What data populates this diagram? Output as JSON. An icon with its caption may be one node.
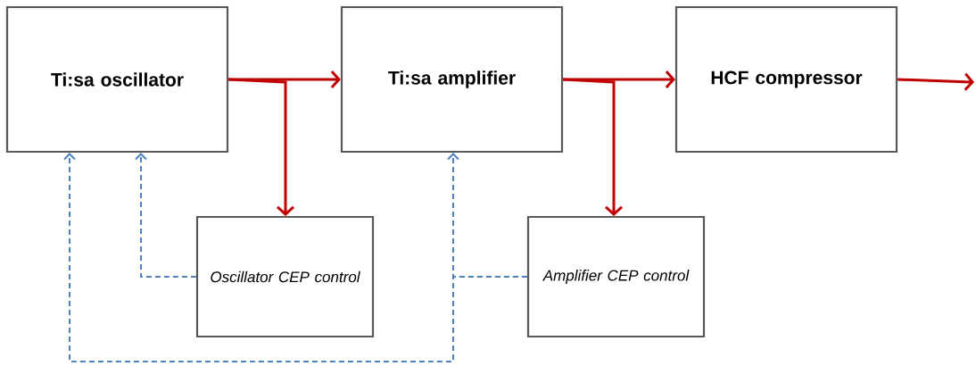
{
  "diagram": {
    "nodes": [
      {
        "text": [
          "Ti:sa oscillator"
        ]
      },
      {
        "text": [
          "Ti:sa amplifier"
        ]
      },
      {
        "text": [
          "HCF compressor"
        ]
      },
      {
        "text": [
          "Oscillator CEP control"
        ]
      },
      {
        "text": [
          "Amplifier CEP control"
        ]
      }
    ],
    "edges": [
      {
        "from": 0,
        "to": 1,
        "arrow": "to"
      },
      {
        "from": 0,
        "to": 3,
        "arrow": "to"
      },
      {
        "from": 1,
        "to": 2,
        "arrow": "to"
      },
      {
        "from": 1,
        "to": 4,
        "arrow": "to"
      },
      {
        "from": 2,
        "to": null,
        "arrow": "to"
      },
      {
        "from": 3,
        "to": 0,
        "arrow": "to",
        "style": "dashed",
        "color": "#4f81bd"
      },
      {
        "from": 4,
        "to": 1,
        "arrow": "to",
        "style": "dashed",
        "color": "#4f81bd"
      },
      {
        "from": 4,
        "to": 0,
        "arrow": "to",
        "style": "dashed",
        "color": "#4f81bd"
      }
    ]
  }
}
